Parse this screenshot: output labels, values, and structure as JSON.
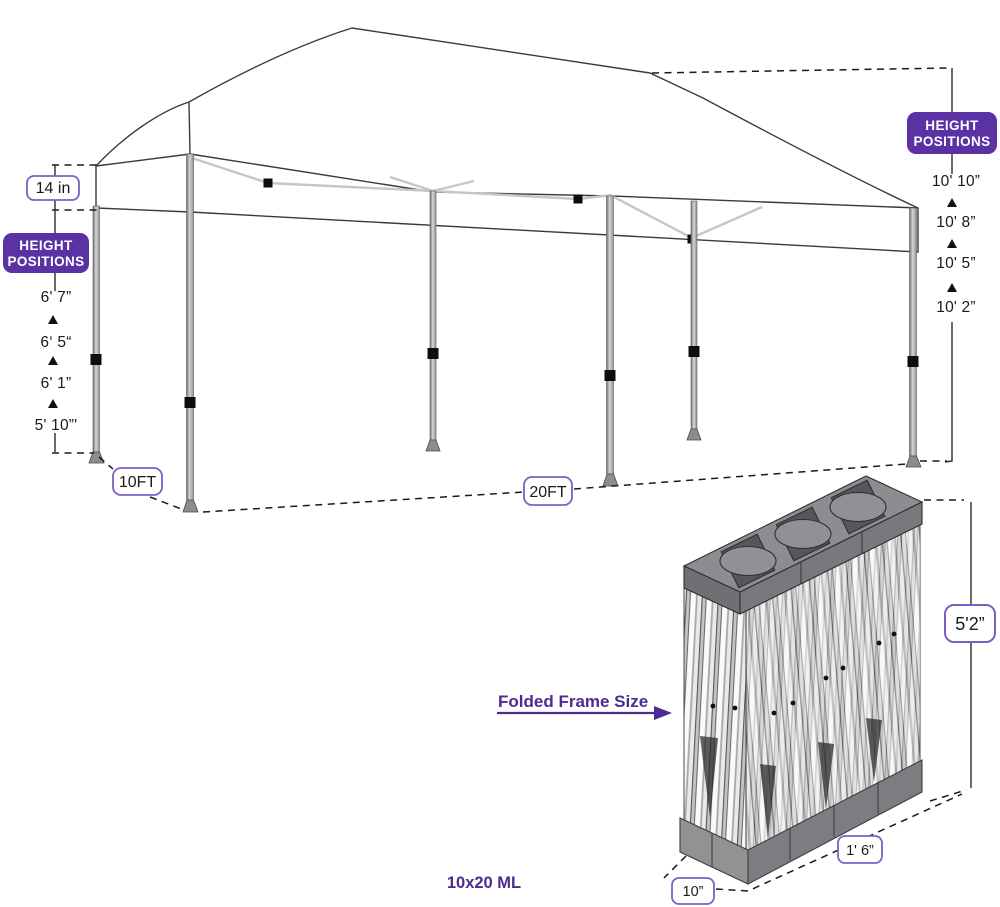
{
  "diagram_title": "10x20 ML canopy frame dimensions",
  "colors": {
    "badge_purple": "#5b32a3",
    "box_border_purple": "#7e5ec6",
    "text_purple": "#4b2b94",
    "line_dark": "#2a2a2a",
    "leg_gray": "#a9a9a9"
  },
  "left_dimension": {
    "valance_gap_label": "14 in",
    "badge_line1": "HEIGHT",
    "badge_line2": "POSITIONS",
    "heights": [
      "6' 7”",
      "6‘ 5“",
      "6' 1”",
      "5' 10”'"
    ]
  },
  "right_dimension": {
    "badge_line1": "HEIGHT",
    "badge_line2": "POSITIONS",
    "heights": [
      "10' 10”",
      "10' 8”",
      "10' 5”",
      "10' 2”"
    ]
  },
  "footprint": {
    "width_label": "10FT",
    "length_label": "20FT"
  },
  "folded_frame": {
    "callout": "Folded Frame Size",
    "height_label": "5'2”",
    "depth_label": "10”",
    "length_label": "1' 6”"
  },
  "model_label": "10x20 ML"
}
